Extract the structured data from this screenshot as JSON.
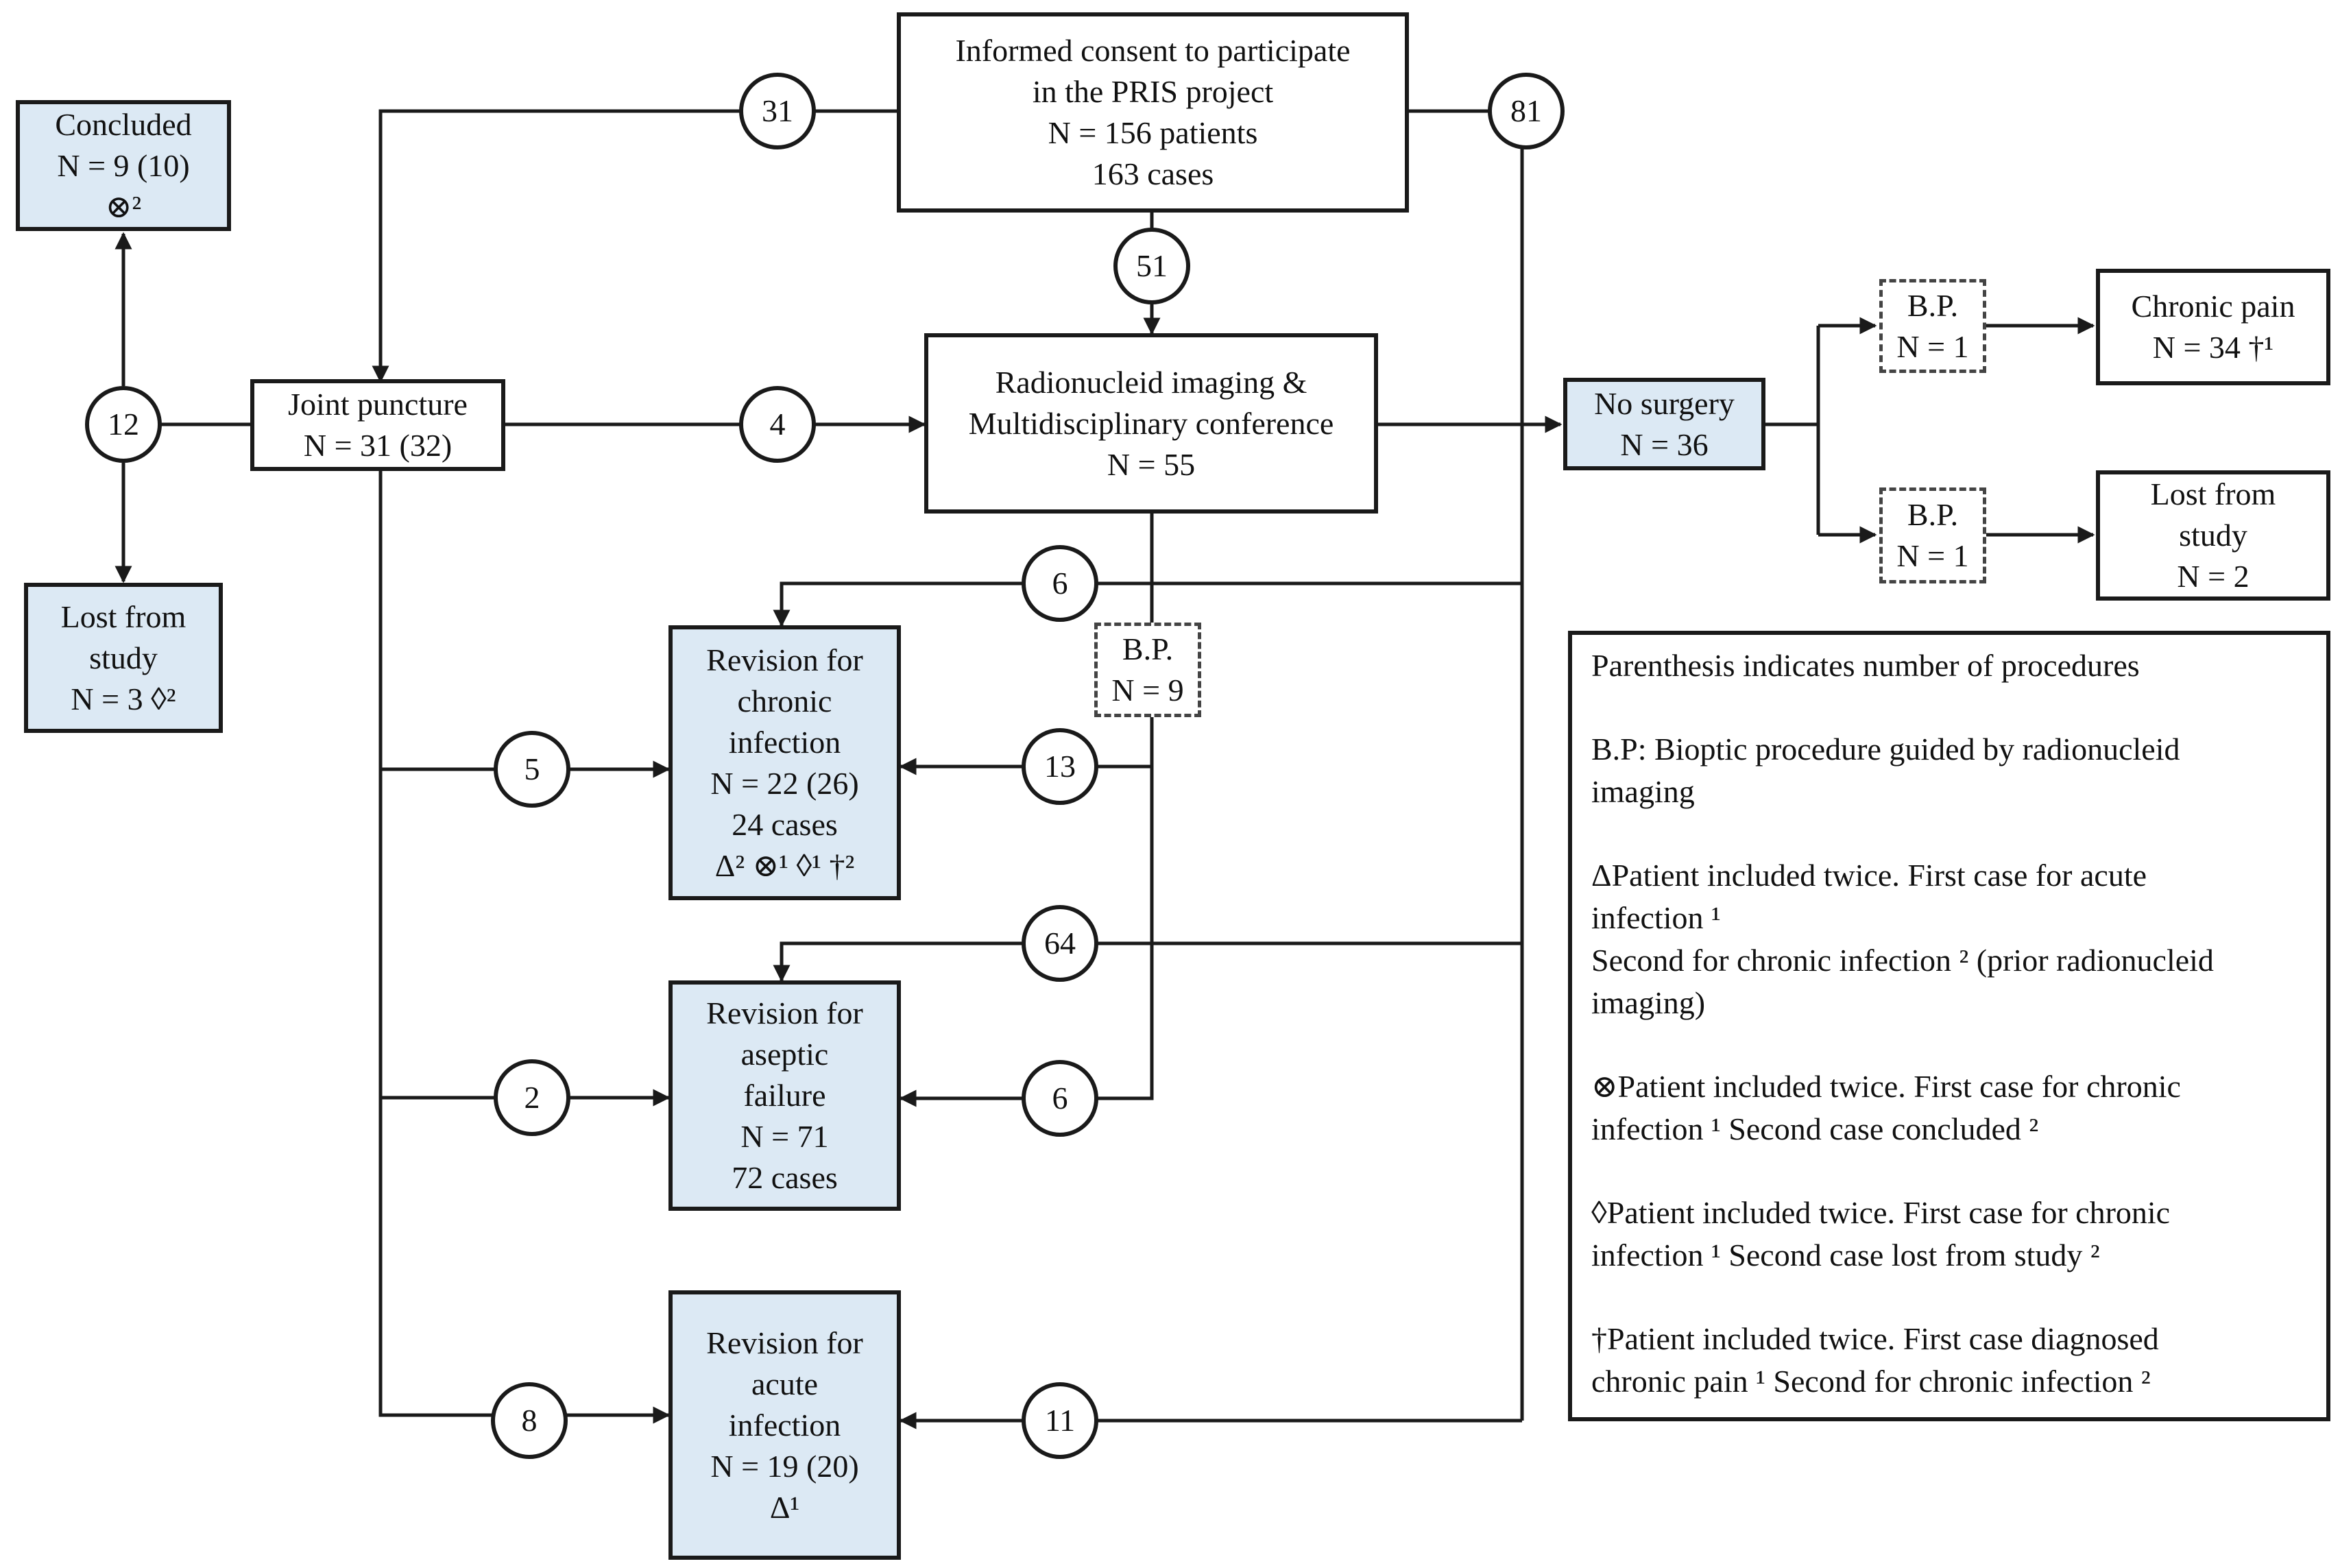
{
  "boxes": {
    "consent": [
      "Informed consent to participate",
      "in the PRIS project",
      "N = 156 patients",
      "163 cases"
    ],
    "concluded": [
      "Concluded",
      "N = 9 (10)",
      "⊗²"
    ],
    "lost_left": [
      "Lost from",
      "study",
      "N = 3 ◊²"
    ],
    "joint": [
      "Joint puncture",
      "N = 31 (32)"
    ],
    "radio": [
      "Radionucleid imaging &",
      "Multidisciplinary conference",
      "N = 55"
    ],
    "nosurgery": [
      "No surgery",
      "N = 36"
    ],
    "bp_top": [
      "B.P.",
      "N = 1"
    ],
    "bp_bottom": [
      "B.P.",
      "N = 1"
    ],
    "chronic_pain": [
      "Chronic pain",
      "N = 34 †¹"
    ],
    "lost_right": [
      "Lost from",
      "study",
      "N = 2"
    ],
    "bp_mid": [
      "B.P.",
      "N = 9"
    ],
    "rev_chronic": [
      "Revision for",
      "chronic",
      "infection",
      "N = 22 (26)",
      "24 cases",
      "Δ² ⊗¹ ◊¹ †²"
    ],
    "rev_aseptic": [
      "Revision for",
      "aseptic",
      "failure",
      "N = 71",
      "72 cases"
    ],
    "rev_acute": [
      "Revision for",
      "acute",
      "infection",
      "N = 19 (20)",
      "Δ¹"
    ]
  },
  "nodes": {
    "n31": "31",
    "n81": "81",
    "n51": "51",
    "n12": "12",
    "n4": "4",
    "n6a": "6",
    "n5": "5",
    "n13": "13",
    "n64": "64",
    "n2": "2",
    "n6b": "6",
    "n8": "8",
    "n11": "11"
  },
  "legend": [
    [
      "Parenthesis indicates number of procedures"
    ],
    [
      "B.P: Bioptic procedure guided by radionucleid",
      "imaging"
    ],
    [
      "ΔPatient included twice. First case for acute",
      "infection ¹",
      "Second for chronic infection ² (prior radionucleid",
      "imaging)"
    ],
    [
      "⊗Patient included twice. First case for chronic",
      "infection ¹ Second case concluded ²"
    ],
    [
      "◊Patient included twice. First case for chronic",
      "infection ¹ Second case lost from study ²"
    ],
    [
      "†Patient included twice. First case diagnosed",
      "chronic pain ¹ Second for chronic infection ²"
    ]
  ]
}
